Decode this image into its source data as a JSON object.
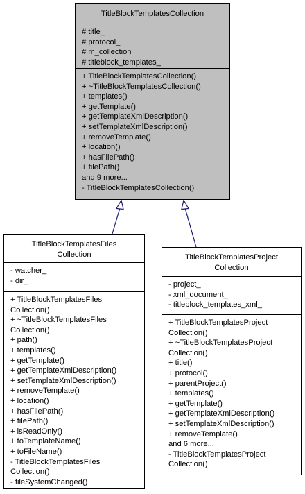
{
  "main": {
    "name": "TitleBlockTemplatesCollection",
    "attributes": [
      "# title_",
      "# protocol_",
      "# m_collection",
      "# titleblock_templates_"
    ],
    "methods": [
      "+ TitleBlockTemplatesCollection()",
      "+ ~TitleBlockTemplatesCollection()",
      "+ templates()",
      "+ getTemplate()",
      "+ getTemplateXmlDescription()",
      "+ setTemplateXmlDescription()",
      "+ removeTemplate()",
      "+ location()",
      "+ hasFilePath()",
      "+ filePath()",
      "and 9 more...",
      "- TitleBlockTemplatesCollection()"
    ]
  },
  "files": {
    "name": [
      "TitleBlockTemplatesFiles",
      "Collection"
    ],
    "attributes": [
      "- watcher_",
      "- dir_"
    ],
    "methods": [
      "+ TitleBlockTemplatesFiles",
      "Collection()",
      "+ ~TitleBlockTemplatesFiles",
      "Collection()",
      "+ path()",
      "+ templates()",
      "+ getTemplate()",
      "+ getTemplateXmlDescription()",
      "+ setTemplateXmlDescription()",
      "+ removeTemplate()",
      "+ location()",
      "+ hasFilePath()",
      "+ filePath()",
      "+ isReadOnly()",
      "+ toTemplateName()",
      "+ toFileName()",
      "- TitleBlockTemplatesFiles",
      "Collection()",
      "- fileSystemChanged()"
    ]
  },
  "project": {
    "name": [
      "TitleBlockTemplatesProject",
      "Collection"
    ],
    "attributes": [
      "- project_",
      "- xml_document_",
      "- titleblock_templates_xml_"
    ],
    "methods": [
      "+ TitleBlockTemplatesProject",
      "Collection()",
      "+ ~TitleBlockTemplatesProject",
      "Collection()",
      "+ title()",
      "+ protocol()",
      "+ parentProject()",
      "+ templates()",
      "+ getTemplate()",
      "+ getTemplateXmlDescription()",
      "+ setTemplateXmlDescription()",
      "+ removeTemplate()",
      "and 6 more...",
      "- TitleBlockTemplatesProject",
      "Collection()"
    ]
  },
  "colors": {
    "main_fill": "#bfbfbf",
    "edge": "#191970"
  }
}
